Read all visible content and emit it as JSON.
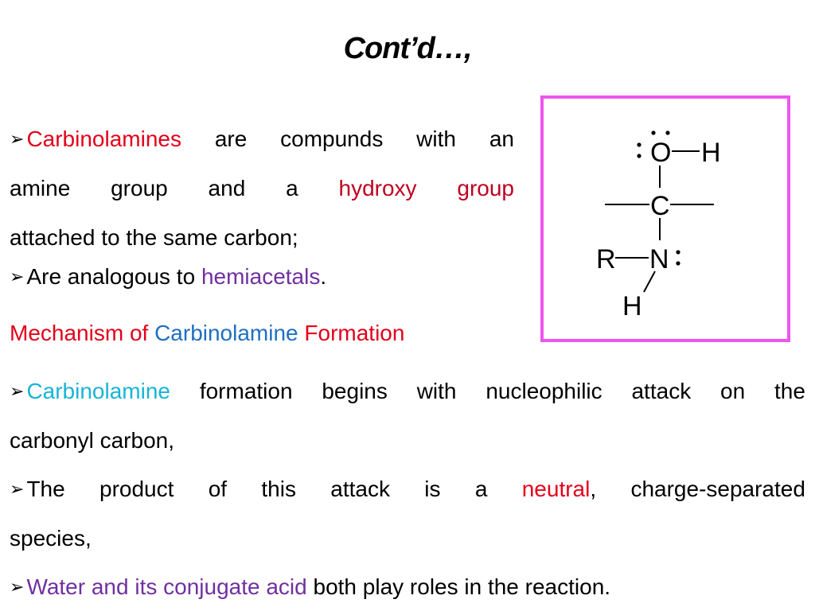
{
  "slide": {
    "title": "Cont’d…,",
    "intro": {
      "line1": {
        "term": "Carbinolamines",
        "words": [
          "are",
          "compunds",
          "with",
          "an"
        ]
      },
      "line2": {
        "words": [
          "amine",
          "group",
          "and",
          "a"
        ],
        "term1": "hydroxy",
        "term2": "group"
      },
      "line3": "attached to the same carbon;",
      "line4": {
        "prefix": "Are analogous to ",
        "term": "hemiacetals",
        "suffix": "."
      }
    },
    "subheading": {
      "part1": "Mechanism of ",
      "part2": "Carbinolamine",
      "part3": " Formation"
    },
    "mechanism": {
      "line1": {
        "term": "Carbinolamine",
        "words": [
          "formation",
          "begins",
          "with",
          "nucleophilic",
          "attack",
          "on",
          "the"
        ]
      },
      "line2": "carbonyl carbon,",
      "line3": {
        "words": [
          "The",
          "product",
          "of",
          "this",
          "attack",
          "is",
          "a"
        ],
        "term": "neutral",
        "after": ",",
        "last": "charge-separated"
      },
      "line4": "species,",
      "line5": {
        "term": "Water and its conjugate acid",
        "rest": " both play roles in the reaction."
      }
    },
    "structure": {
      "atoms": {
        "oxygen": "O",
        "hydrogen_top": "H",
        "carbon": "C",
        "r_group": "R",
        "nitrogen": "N",
        "hydrogen_bottom": "H"
      },
      "border_color": "#ee55ee"
    },
    "bullet_symbol": "➢",
    "colors": {
      "term_red": "#e3001b",
      "term_darkred": "#c00020",
      "term_purple": "#7030a0",
      "term_blue": "#1f6fc0",
      "term_cyan": "#18b4d6"
    }
  }
}
